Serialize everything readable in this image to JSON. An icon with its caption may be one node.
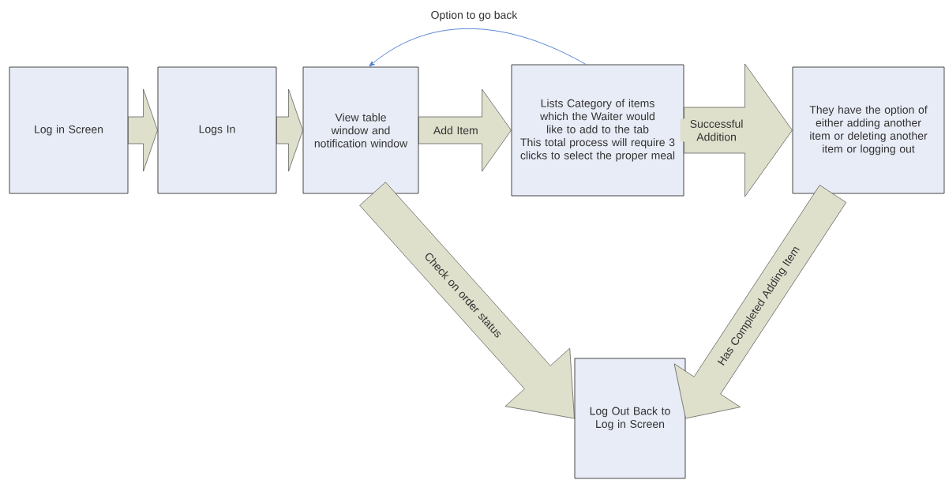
{
  "diagram": {
    "nodes": [
      {
        "text": [
          "Log in Screen"
        ]
      },
      {
        "text": [
          "Logs In"
        ]
      },
      {
        "text": [
          "View table window and notification window"
        ]
      },
      {
        "text": [
          "Lists Category of items which the Waiter would like to add to the tab",
          "This total process will require 3 clicks to select the proper meal"
        ]
      },
      {
        "text": [
          "They have the option of either adding another item or deleting another item or logging out"
        ]
      },
      {
        "text": [
          "Log Out Back to Log in Screen"
        ]
      }
    ],
    "edges": [
      {
        "from": 0,
        "to": 1,
        "arrow": "to"
      },
      {
        "from": 1,
        "to": 2,
        "arrow": "to"
      },
      {
        "from": 2,
        "to": 3,
        "arrow": "to",
        "label": "Add Item"
      },
      {
        "from": 3,
        "to": 4,
        "arrow": "to",
        "label": "Successful Addition"
      },
      {
        "from": 2,
        "to": 5,
        "arrow": "to",
        "label": "Check on order status"
      },
      {
        "from": 4,
        "to": 5,
        "arrow": "to",
        "label": "Has Completed Adding Item"
      },
      {
        "from": 3,
        "to": 2,
        "arrow": "to",
        "label": "Option to go back",
        "color": "#4a7bd0"
      }
    ]
  }
}
